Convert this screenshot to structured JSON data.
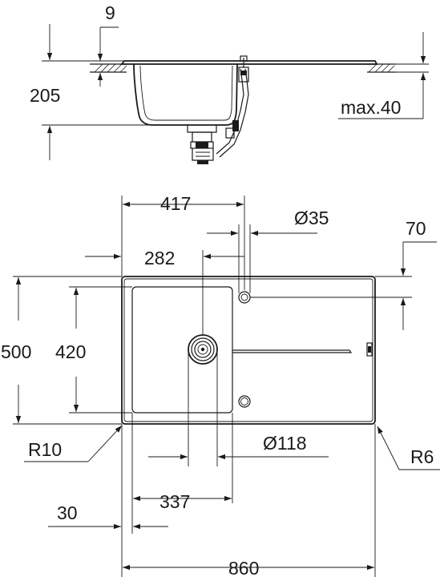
{
  "side_view": {
    "dim_top_thickness": "9",
    "dim_depth": "205",
    "dim_max_worktop": "max.40"
  },
  "top_view": {
    "dim_bowl_to_hole": "417",
    "dim_tap_hole": "Ø35",
    "dim_hole_offset": "70",
    "dim_bowl_center": "282",
    "dim_total_depth": "500",
    "dim_bowl_depth": "420",
    "dim_corner_outer": "R10",
    "dim_drain": "Ø118",
    "dim_corner_inner": "R6",
    "dim_bowl_width": "337",
    "dim_edge": "30",
    "dim_total_width": "860"
  }
}
